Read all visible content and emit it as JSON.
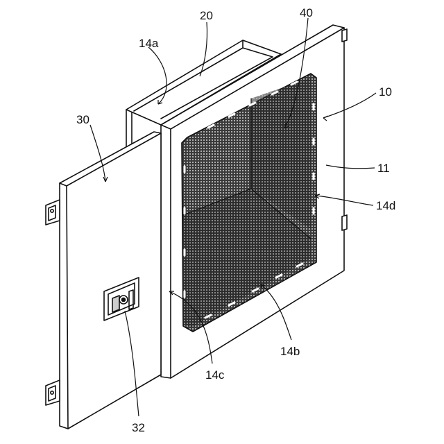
{
  "figure": {
    "labels": {
      "enclosure": "10",
      "front_panel": "11",
      "top_edge": "14a",
      "bottom_edge": "14b",
      "left_edge": "14c",
      "right_edge": "14d",
      "rear_frame": "20",
      "door": "30",
      "latch": "32",
      "mesh_screen": "40"
    }
  },
  "colors": {
    "line": "#111111",
    "background": "#ffffff",
    "mesh": "#444444"
  }
}
